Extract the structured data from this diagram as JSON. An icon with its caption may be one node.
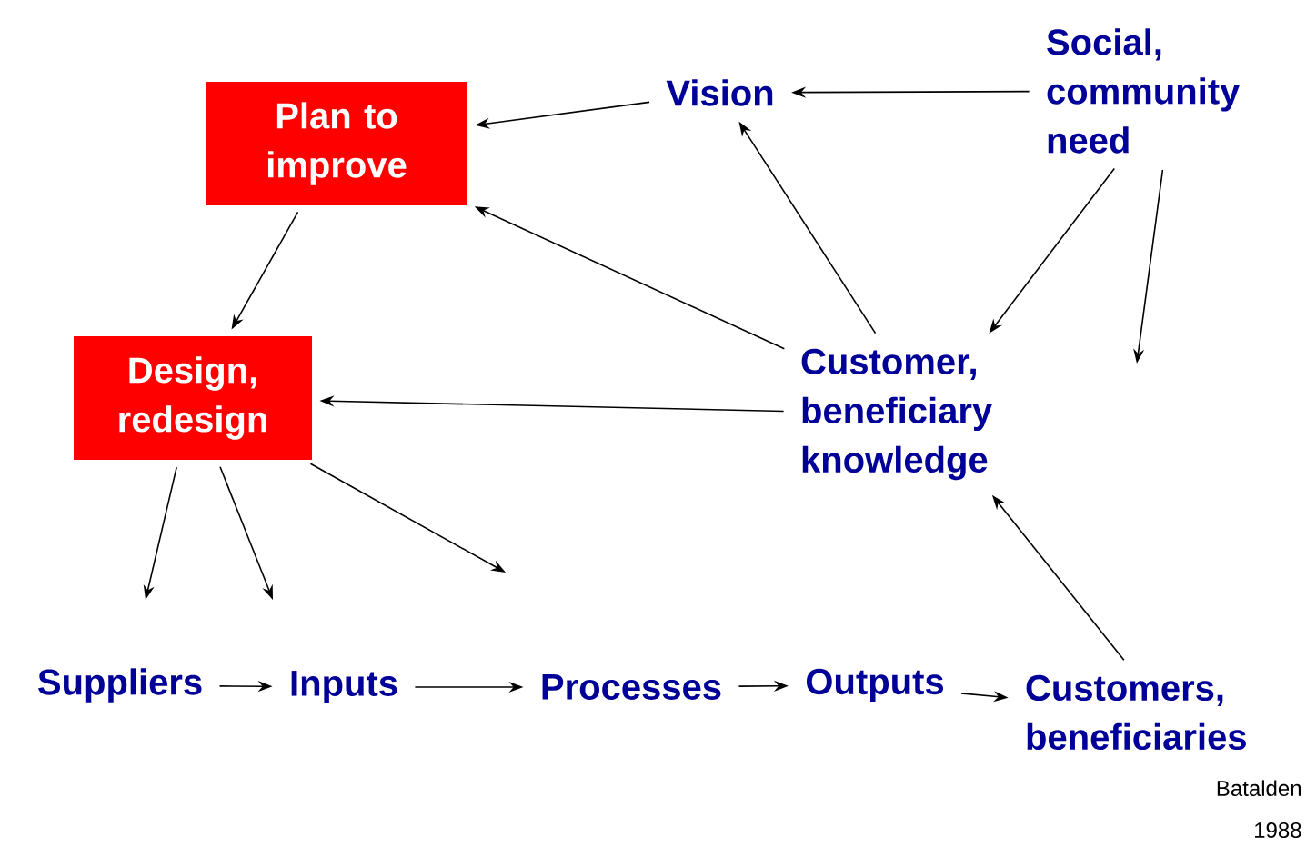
{
  "diagram": {
    "nodes": [
      {
        "text": [
          "Plan to improve"
        ]
      },
      {
        "text": [
          "Vision"
        ]
      },
      {
        "text": [
          "Social, community need"
        ]
      },
      {
        "text": [
          "Design, redesign"
        ]
      },
      {
        "text": [
          "Customer, beneficiary knowledge"
        ]
      },
      {
        "text": [
          "Suppliers"
        ]
      },
      {
        "text": [
          "Inputs"
        ]
      },
      {
        "text": [
          "Processes"
        ]
      },
      {
        "text": [
          "Outputs"
        ]
      },
      {
        "text": [
          "Customers, beneficiaries"
        ]
      }
    ],
    "edges": [
      {
        "from": 1,
        "to": 0,
        "arrow": "to"
      },
      {
        "from": 2,
        "to": 1,
        "arrow": "to"
      },
      {
        "from": 2,
        "to": 4,
        "arrow": "to"
      },
      {
        "from": 2,
        "to": null,
        "arrow": "to"
      },
      {
        "from": 4,
        "to": 1,
        "arrow": "to"
      },
      {
        "from": 4,
        "to": 0,
        "arrow": "to"
      },
      {
        "from": 4,
        "to": 3,
        "arrow": "to"
      },
      {
        "from": 0,
        "to": 3,
        "arrow": "to"
      },
      {
        "from": 3,
        "to": null,
        "arrow": "to"
      },
      {
        "from": 3,
        "to": null,
        "arrow": "to"
      },
      {
        "from": 3,
        "to": null,
        "arrow": "to"
      },
      {
        "from": 5,
        "to": 6,
        "arrow": "to"
      },
      {
        "from": 6,
        "to": 7,
        "arrow": "to"
      },
      {
        "from": 7,
        "to": 8,
        "arrow": "to"
      },
      {
        "from": 8,
        "to": 9,
        "arrow": "to"
      },
      {
        "from": 9,
        "to": 4,
        "arrow": "to"
      }
    ],
    "labels": [
      "Batalden 1988"
    ]
  }
}
